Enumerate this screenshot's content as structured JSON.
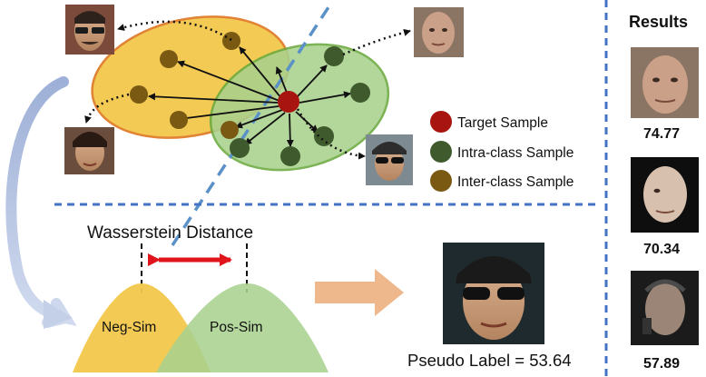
{
  "legend": {
    "target": "Target Sample",
    "intra": "Intra-class Sample",
    "inter": "Inter-class Sample"
  },
  "distance_label": "Wasserstein Distance",
  "curves": {
    "neg": "Neg-Sim",
    "pos": "Pos-Sim"
  },
  "pseudo_label": "Pseudo Label = 53.64",
  "results": {
    "title": "Results",
    "scores": [
      "74.77",
      "70.34",
      "57.89"
    ]
  },
  "colors": {
    "target": "#a8140f",
    "intra": "#3f5a2c",
    "inter": "#7a5a12",
    "inter_region": "#f2c84b",
    "intra_region": "#a9d18e",
    "divider": "#4472c4",
    "arrow_red": "#e0151b",
    "arrow_orange": "#eeb88c"
  }
}
